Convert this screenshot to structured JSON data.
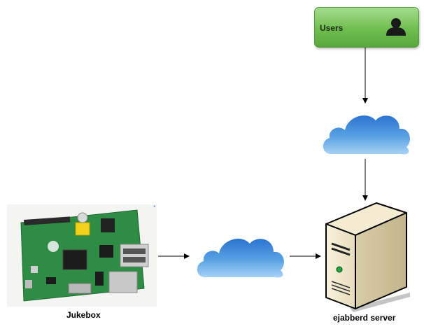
{
  "nodes": {
    "users": {
      "label": "Users",
      "icon": "user-silhouette-icon"
    },
    "jukebox": {
      "label": "Jukebox",
      "image": "raspberry-pi-board-photo"
    },
    "server": {
      "label": "ejabberd server",
      "icon": "server-tower-icon"
    },
    "cloud_top": {
      "icon": "cloud-icon"
    },
    "cloud_bottom": {
      "icon": "cloud-icon"
    }
  },
  "edges": [
    {
      "from": "users",
      "to": "cloud_top"
    },
    {
      "from": "cloud_top",
      "to": "server"
    },
    {
      "from": "jukebox",
      "to": "cloud_bottom"
    },
    {
      "from": "cloud_bottom",
      "to": "server"
    }
  ],
  "colors": {
    "users_box": "#6fbe4f",
    "cloud": "#4f98de",
    "board": "#2e8a43"
  }
}
